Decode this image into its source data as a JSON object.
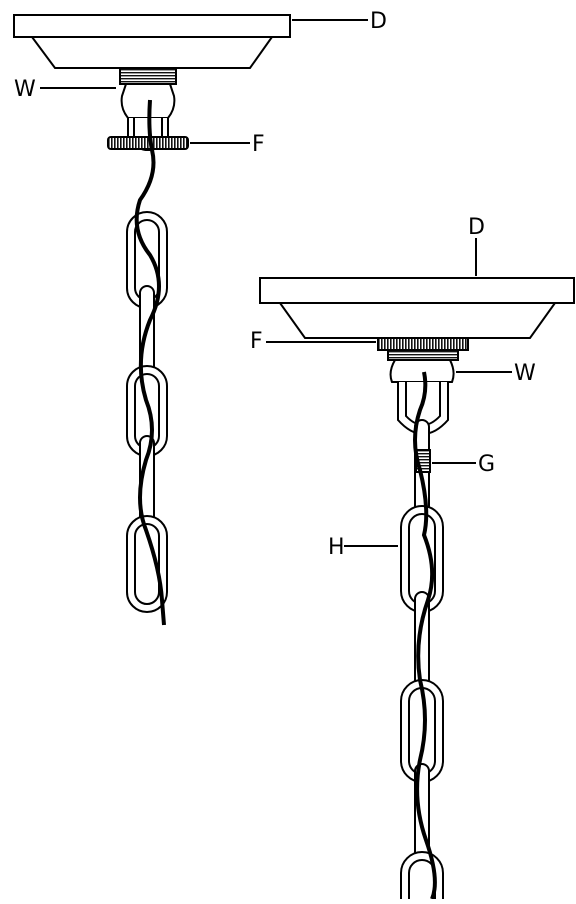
{
  "left_assembly": {
    "labels": {
      "canopy": "D",
      "nut": "W",
      "ring": "F"
    }
  },
  "right_assembly": {
    "labels": {
      "canopy": "D",
      "ring": "F",
      "nut": "W",
      "connector": "G",
      "chain": "H"
    }
  },
  "colors": {
    "line": "#000000",
    "fill": "#ffffff",
    "knurl": "#222222"
  }
}
